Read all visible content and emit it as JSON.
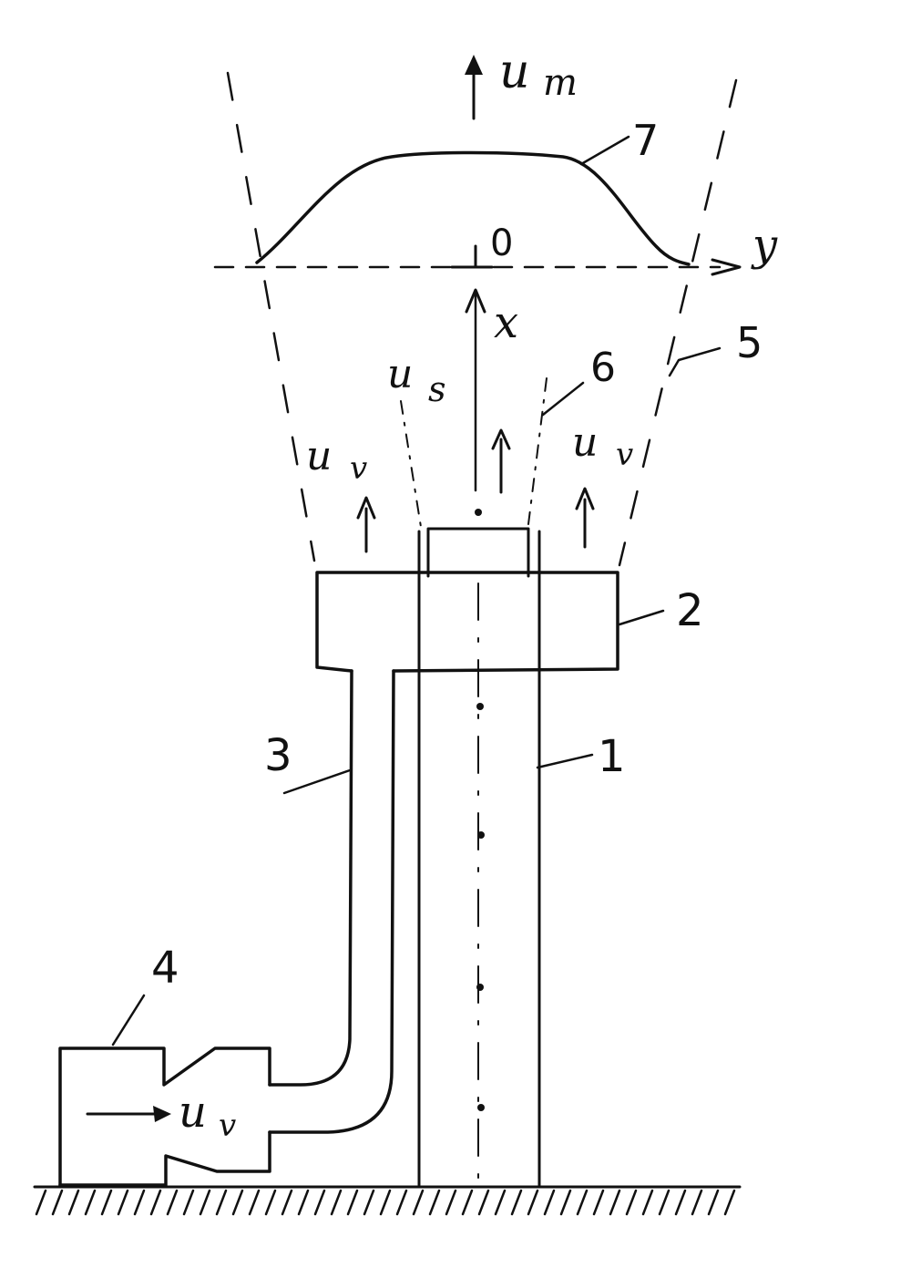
{
  "colors": {
    "ink": "#111111",
    "paper": "#ffffff"
  },
  "labels": {
    "u_m": "u",
    "u_m_sub": "m",
    "u_s": "u",
    "u_s_sub": "s",
    "u_v_left": "u",
    "u_v_left_sub": "v",
    "u_v_right": "u",
    "u_v_right_sub": "v",
    "u_v_inlet": "u",
    "u_v_inlet_sub": "v",
    "origin": "0",
    "axis_x": "x",
    "axis_y": "y"
  },
  "callouts": {
    "c1": "1",
    "c2": "2",
    "c3": "3",
    "c4": "4",
    "c5": "5",
    "c6": "6",
    "c7": "7"
  }
}
